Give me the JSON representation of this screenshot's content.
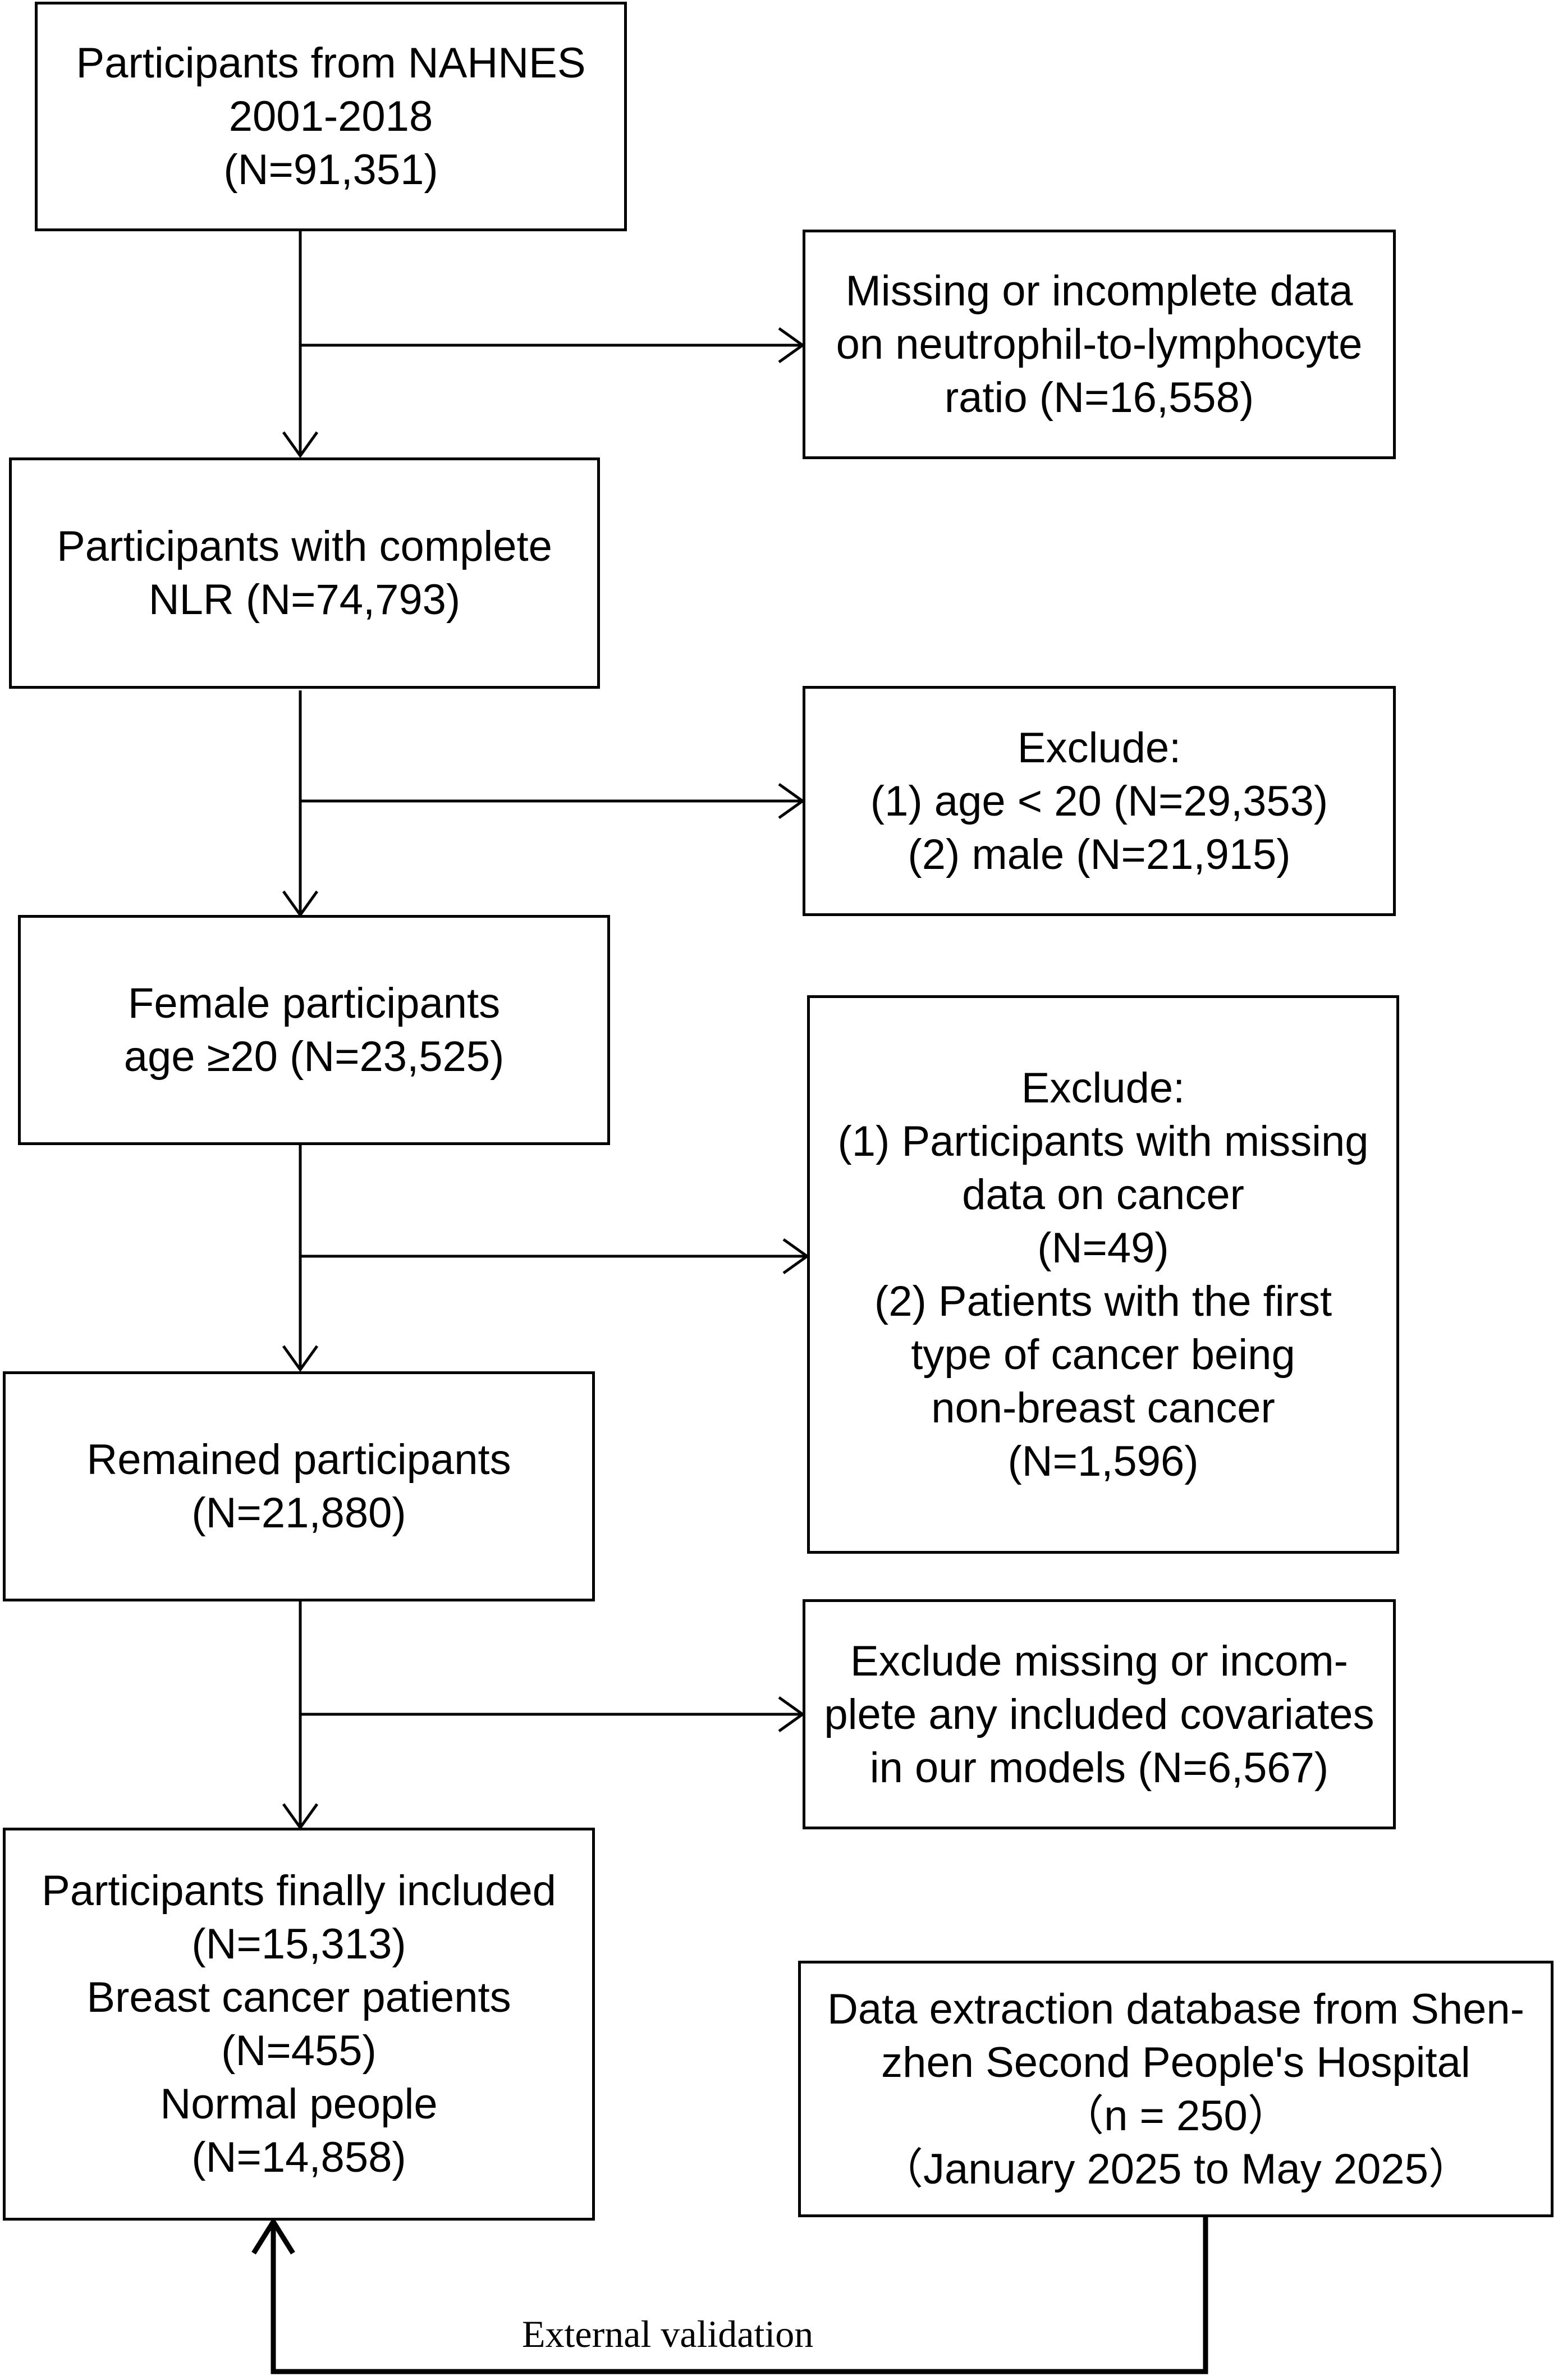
{
  "boxes": {
    "b1": [
      "Participants from NAHNES",
      "2001-2018",
      "(N=91,351)"
    ],
    "b2": [
      "Missing or incomplete data",
      "on neutrophil-to-lymphocyte",
      "ratio (N=16,558)"
    ],
    "b3": [
      "Participants with complete",
      "NLR  (N=74,793)"
    ],
    "b4": [
      "Exclude:",
      "(1) age < 20 (N=29,353)",
      "(2) male (N=21,915)"
    ],
    "b5": [
      "Female participants",
      "age ≥20 (N=23,525)"
    ],
    "b6": [
      "Exclude:",
      "(1) Participants with missing",
      "data on cancer",
      "(N=49)",
      "(2) Patients with the first",
      "type of cancer being",
      "non-breast cancer",
      "(N=1,596)"
    ],
    "b7": [
      "Remained participants",
      "(N=21,880)"
    ],
    "b8": [
      "Exclude missing or incom-",
      "plete any included covariates",
      "in our models (N=6,567)"
    ],
    "b9": [
      "Participants finally included",
      "(N=15,313)",
      "Breast cancer patients",
      "(N=455)",
      "Normal people",
      "(N=14,858)"
    ],
    "b10": [
      "Data extraction database from Shen-",
      "zhen Second People's Hospital",
      "（n = 250）",
      "（January 2025 to May 2025）"
    ]
  },
  "arrow_label": "External validation"
}
